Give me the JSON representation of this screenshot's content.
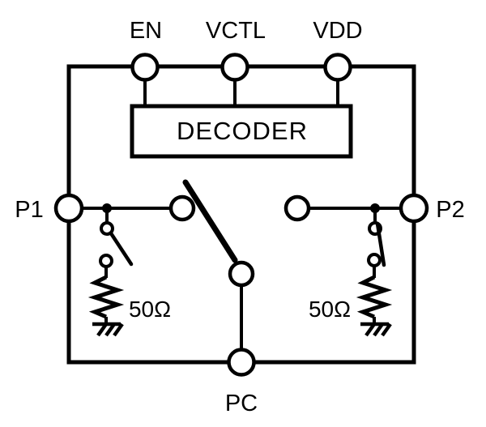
{
  "colors": {
    "line": "#000000",
    "background": "#ffffff"
  },
  "pins": {
    "top": [
      {
        "label": "EN"
      },
      {
        "label": "VCTL"
      },
      {
        "label": "VDD"
      }
    ],
    "left": {
      "label": "P1"
    },
    "right": {
      "label": "P2"
    },
    "bottom": {
      "label": "PC"
    }
  },
  "decoder": {
    "label": "DECODER"
  },
  "terminations": {
    "left": {
      "value": "50Ω"
    },
    "right": {
      "value": "50Ω"
    }
  }
}
